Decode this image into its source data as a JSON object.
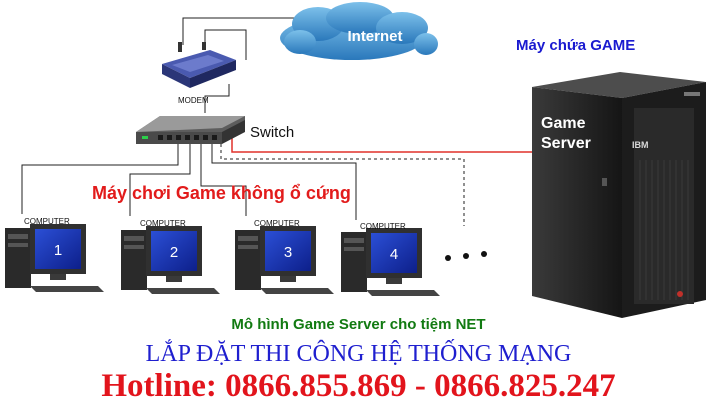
{
  "diagram": {
    "internet_label": "Internet",
    "modem_label": "MODEM",
    "switch_label": "Switch",
    "server_heading": "Máy chứa GAME",
    "server_label": "Game Server",
    "server_brand": "IBM",
    "diskless_label": "Máy chơi Game không ổ cứng",
    "computers": [
      {
        "label": "COMPUTER",
        "number": "1"
      },
      {
        "label": "COMPUTER",
        "number": "2"
      },
      {
        "label": "COMPUTER",
        "number": "3"
      },
      {
        "label": "COMPUTER",
        "number": "4"
      }
    ],
    "caption": "Mô hình Game Server cho tiệm NET"
  },
  "footer": {
    "install_title": "LẮP ĐẶT THI CÔNG HỆ THỐNG MẠNG",
    "hotline": "Hotline: 0866.855.869 - 0866.825.247"
  },
  "colors": {
    "server_heading": "#1a1ad0",
    "diskless_label": "#e21b1b",
    "caption": "#127a12",
    "install_title": "#1f1fcf",
    "hotline": "#e2141c",
    "server_link": "#e0302a",
    "cloud": "#2f86c6"
  }
}
